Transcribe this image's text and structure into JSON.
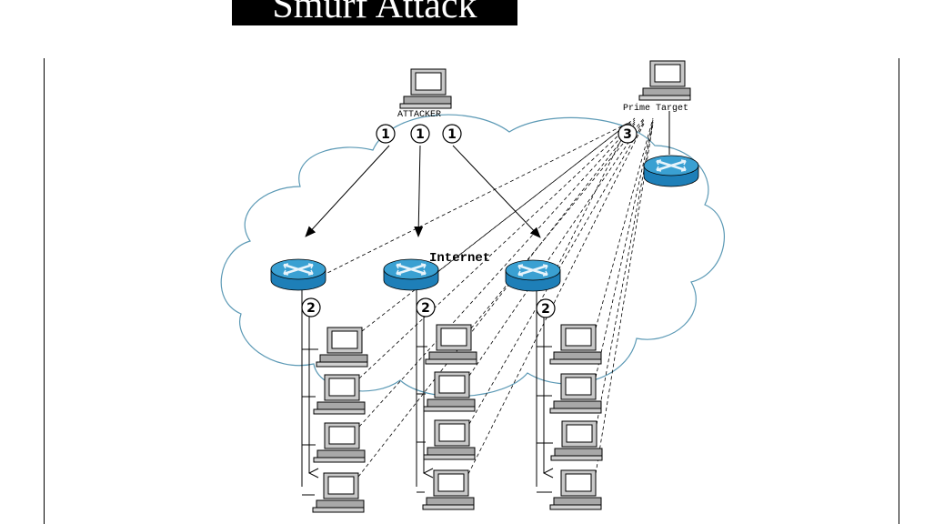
{
  "title": "Smurf Attack",
  "labels": {
    "attacker": "ATTACKER",
    "target": "Prime Target",
    "network": "Internet"
  },
  "steps": {
    "send": "1",
    "broadcast": "2",
    "reply": "3"
  },
  "colors": {
    "cloud": "#5b99b5",
    "router_top": "#3aa0d2",
    "router_body": "#1e7fb8",
    "title_bg": "#000000",
    "title_fg": "#ffffff"
  },
  "icons": {
    "computer": "computer-icon",
    "router": "router-icon"
  }
}
